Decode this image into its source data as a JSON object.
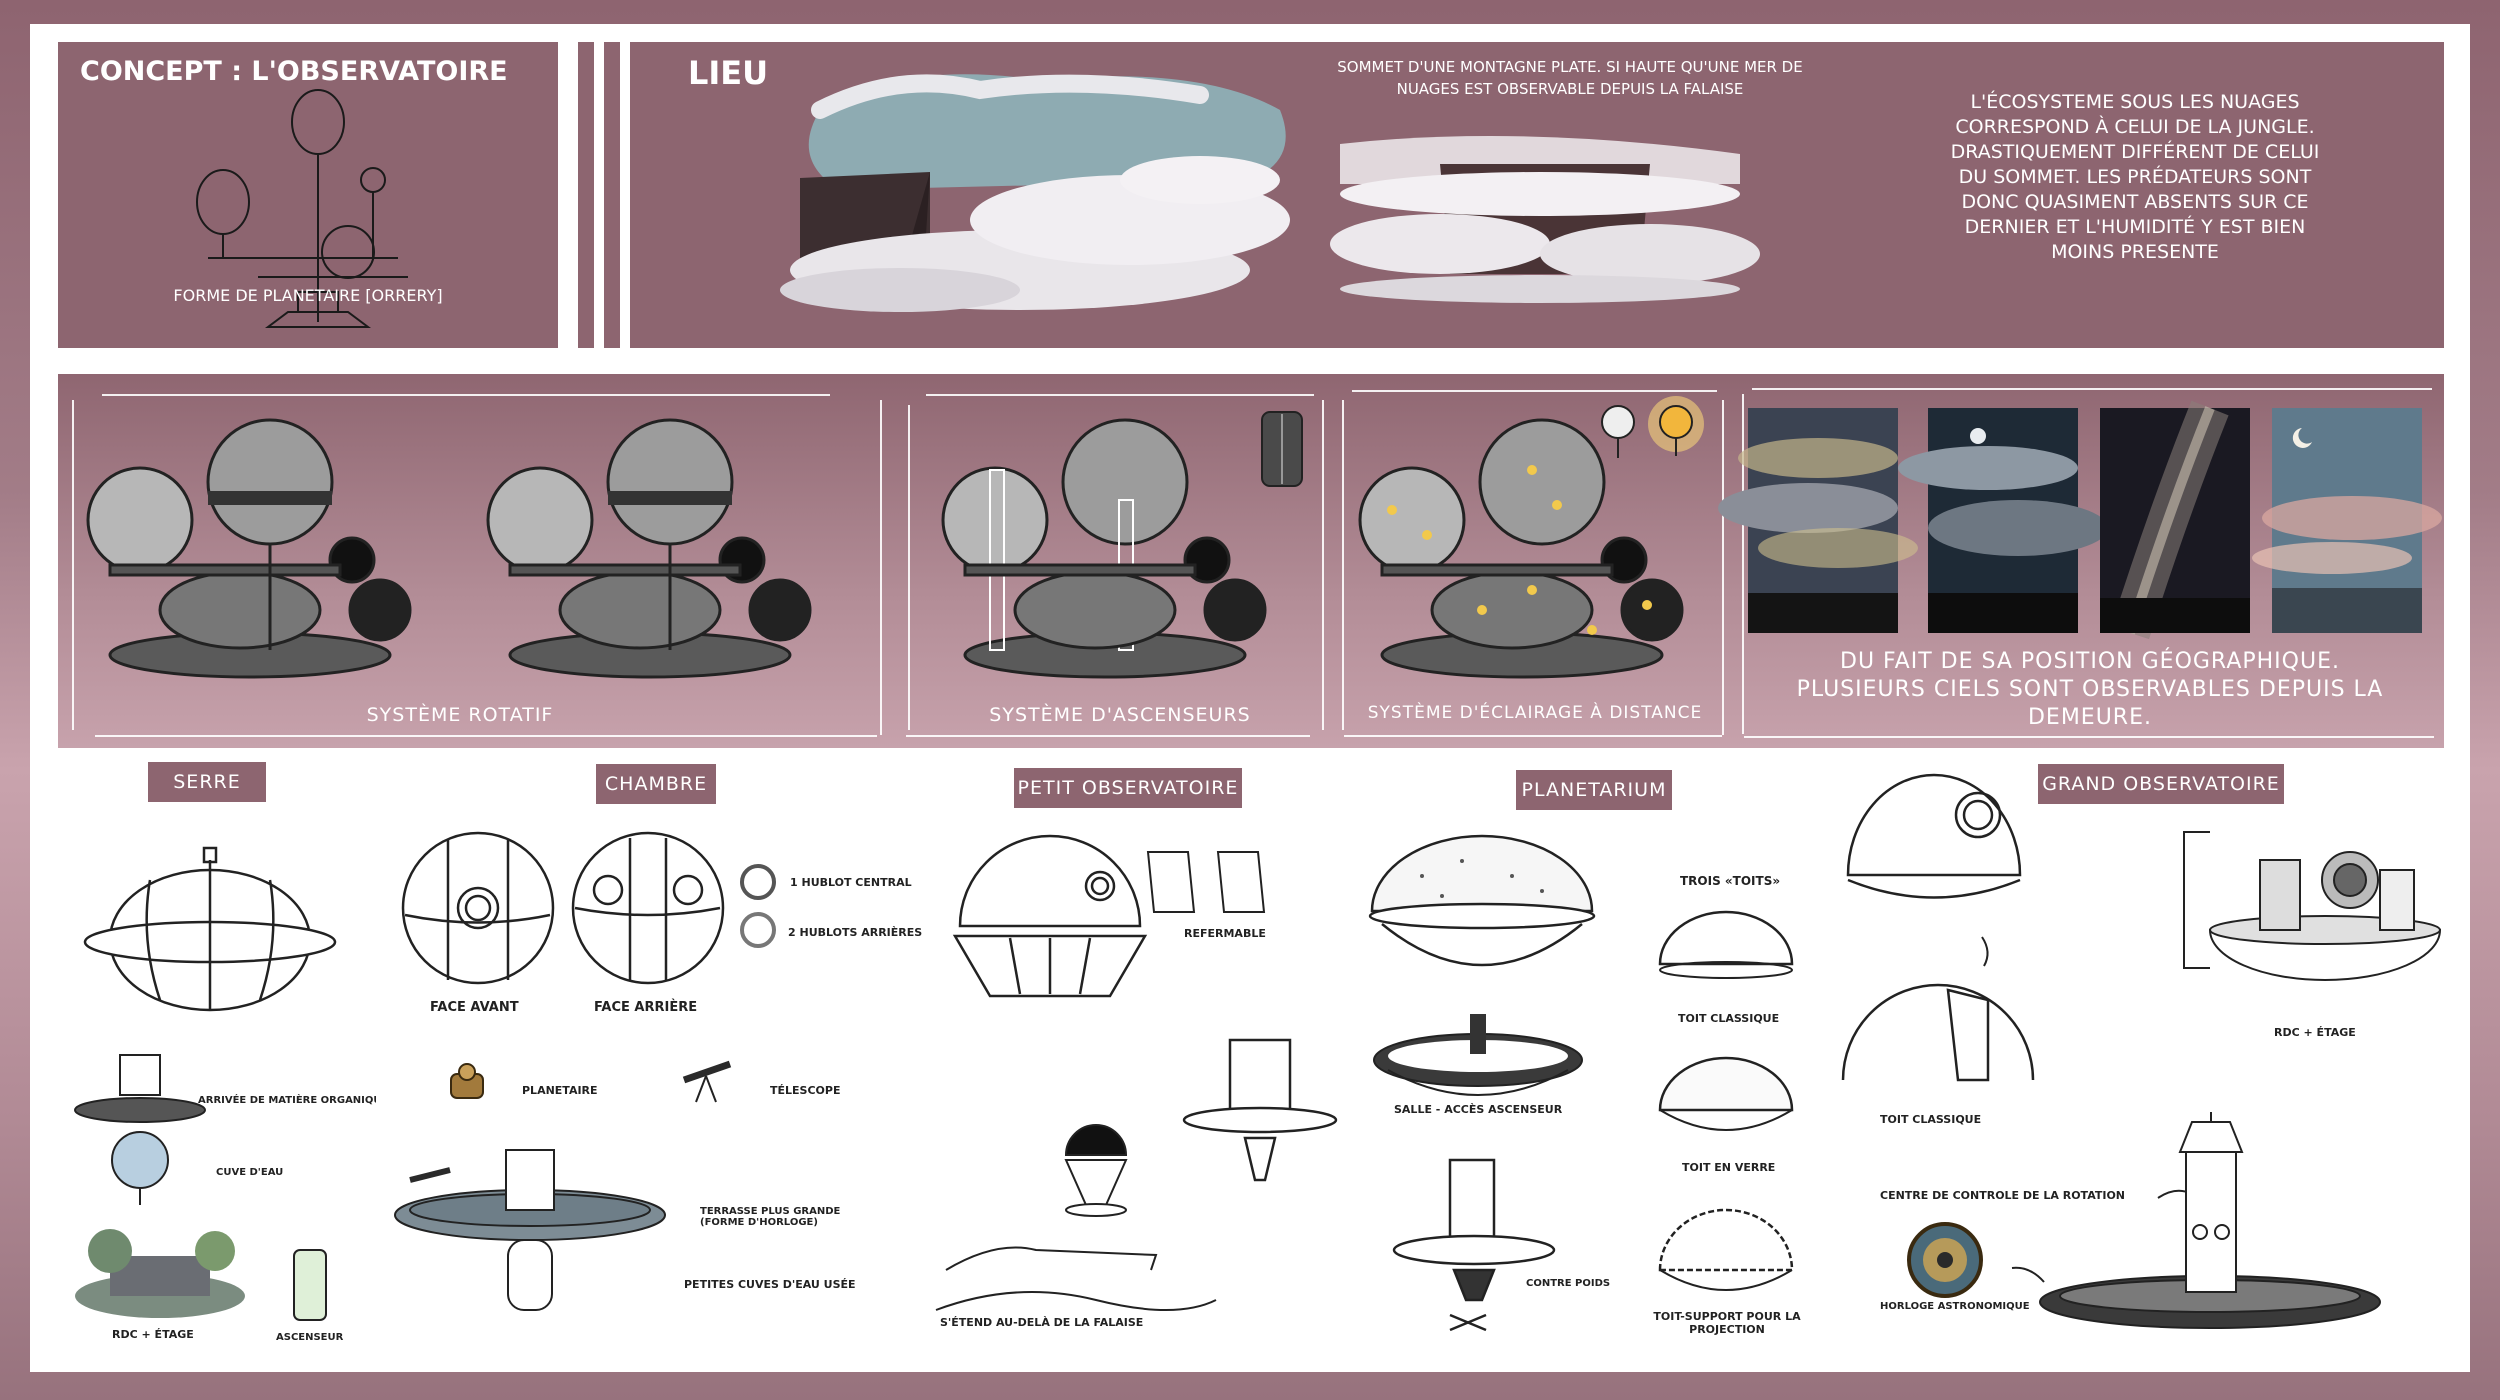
{
  "concept": {
    "title": "CONCEPT : L'OBSERVATOIRE",
    "caption": "FORME DE PLANETAIRE [ORRERY]"
  },
  "lieu": {
    "title": "LIEU",
    "text1": "SOMMET D'UNE MONTAGNE PLATE. SI HAUTE QU'UNE MER DE NUAGES EST OBSERVABLE DEPUIS LA FALAISE",
    "text2": "L'ÉCOSYSTEME SOUS LES NUAGES CORRESPOND À CELUI DE LA JUNGLE. DRASTIQUEMENT DIFFÉRENT DE CELUI DU SOMMET. LES PRÉDATEURS SONT DONC QUASIMENT ABSENTS SUR CE DERNIER ET L'HUMIDITÉ Y EST BIEN MOINS PRESENTE"
  },
  "systems": {
    "rotatif": "SYSTÈME ROTATIF",
    "ascenseurs": "SYSTÈME D'ASCENSEURS",
    "eclairage": "SYSTÈME D'ÉCLAIRAGE  À DISTANCE",
    "ciels": "DU FAIT DE SA POSITION GÉOGRAPHIQUE. PLUSIEURS CIELS SONT OBSERVABLES DEPUIS LA DEMEURE."
  },
  "serre": {
    "title": "SERRE",
    "arrivee": "ARRIVÉE DE MATIÈRE ORGANIQUE",
    "cuve": "CUVE D'EAU",
    "rdc": "RDC + ÉTAGE",
    "ascenseur": "ASCENSEUR"
  },
  "chambre": {
    "title": "CHAMBRE",
    "face_avant": "FACE AVANT",
    "face_arriere": "FACE ARRIÈRE",
    "hublot_central": "1 HUBLOT CENTRAL",
    "hublots_arrieres": "2 HUBLOTS ARRIÈRES",
    "planetaire": "PLANETAIRE",
    "telescope": "TÉLESCOPE",
    "terrasse": "TERRASSE PLUS GRANDE (FORME D'HORLOGE)",
    "cuves": "PETITES CUVES D'EAU USÉE"
  },
  "petit_obs": {
    "title": "PETIT OBSERVATOIRE",
    "refermable": "REFERMABLE",
    "falaise": "S'ÉTEND AU-DELÀ DE LA FALAISE"
  },
  "planetarium": {
    "title": "PLANETARIUM",
    "trois_toits": "TROIS «TOITS»",
    "toit_classique": "TOIT CLASSIQUE",
    "salle": "SALLE - ACCÈS ASCENSEUR",
    "toit_verre": "TOIT EN VERRE",
    "contre_poids": "CONTRE POIDS",
    "toit_support": "TOIT-SUPPORT POUR LA PROJECTION"
  },
  "grand_obs": {
    "title": "GRAND OBSERVATOIRE",
    "rdc": "RDC + ÉTAGE",
    "toit_classique": "TOIT CLASSIQUE",
    "centre": "CENTRE DE CONTROLE DE LA ROTATION",
    "horloge": "HORLOGE  ASTRONOMIQUE"
  },
  "colors": {
    "panel": "#8d6570",
    "band_top": "#8f6671",
    "band_bottom": "#c7a2ac",
    "background": "#a27c87"
  }
}
